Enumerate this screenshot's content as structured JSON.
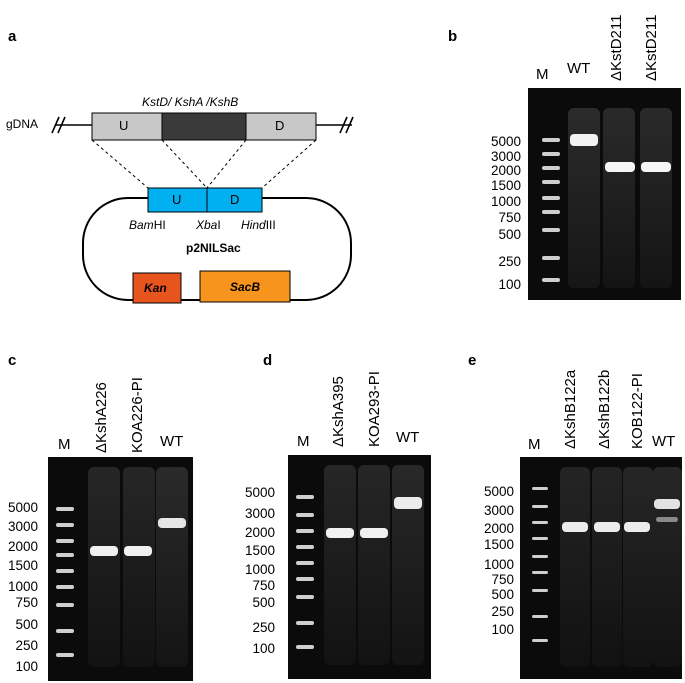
{
  "panel_a": {
    "letter": "a",
    "gdna_label": "gDNA",
    "genes_label": "KstD/ KshA /KshB",
    "u_label": "U",
    "d_label": "D",
    "plasmid_u": "U",
    "plasmid_d": "D",
    "bamhi": [
      "Bam",
      "HI"
    ],
    "xbai": [
      "Xba",
      "I"
    ],
    "hindiii": [
      "Hind",
      "III"
    ],
    "plasmid_name": "p2NILSac",
    "kan": "Kan",
    "sacb": "SacB",
    "colors": {
      "cassette": "#00b0f0",
      "kan": "#e8541e",
      "sacb": "#f7941d",
      "gene_box": "#c8c8c8",
      "gene_dark": "#3a3a3a"
    }
  },
  "panel_b": {
    "letter": "b",
    "lanes": [
      "M",
      "WT",
      "ΔKstD211",
      "ΔKstD211"
    ],
    "ladder": [
      "5000",
      "3000",
      "2000",
      "1500",
      "1000",
      "750",
      "500",
      "250",
      "100"
    ]
  },
  "panel_c": {
    "letter": "c",
    "lanes": [
      "M",
      "ΔKshA226",
      "KOA226-PI",
      "WT"
    ],
    "ladder": [
      "5000",
      "3000",
      "2000",
      "1500",
      "1000",
      "750",
      "500",
      "250",
      "100"
    ]
  },
  "panel_d": {
    "letter": "d",
    "lanes": [
      "M",
      "ΔKshA395",
      "KOA293-PI",
      "WT"
    ],
    "ladder": [
      "5000",
      "3000",
      "2000",
      "1500",
      "1000",
      "750",
      "500",
      "250",
      "100"
    ]
  },
  "panel_e": {
    "letter": "e",
    "lanes": [
      "M",
      "ΔKshB122a",
      "ΔKshB122b",
      "KOB122-PI",
      "WT"
    ],
    "ladder": [
      "5000",
      "3000",
      "2000",
      "1500",
      "1000",
      "750",
      "500",
      "250",
      "100"
    ]
  }
}
